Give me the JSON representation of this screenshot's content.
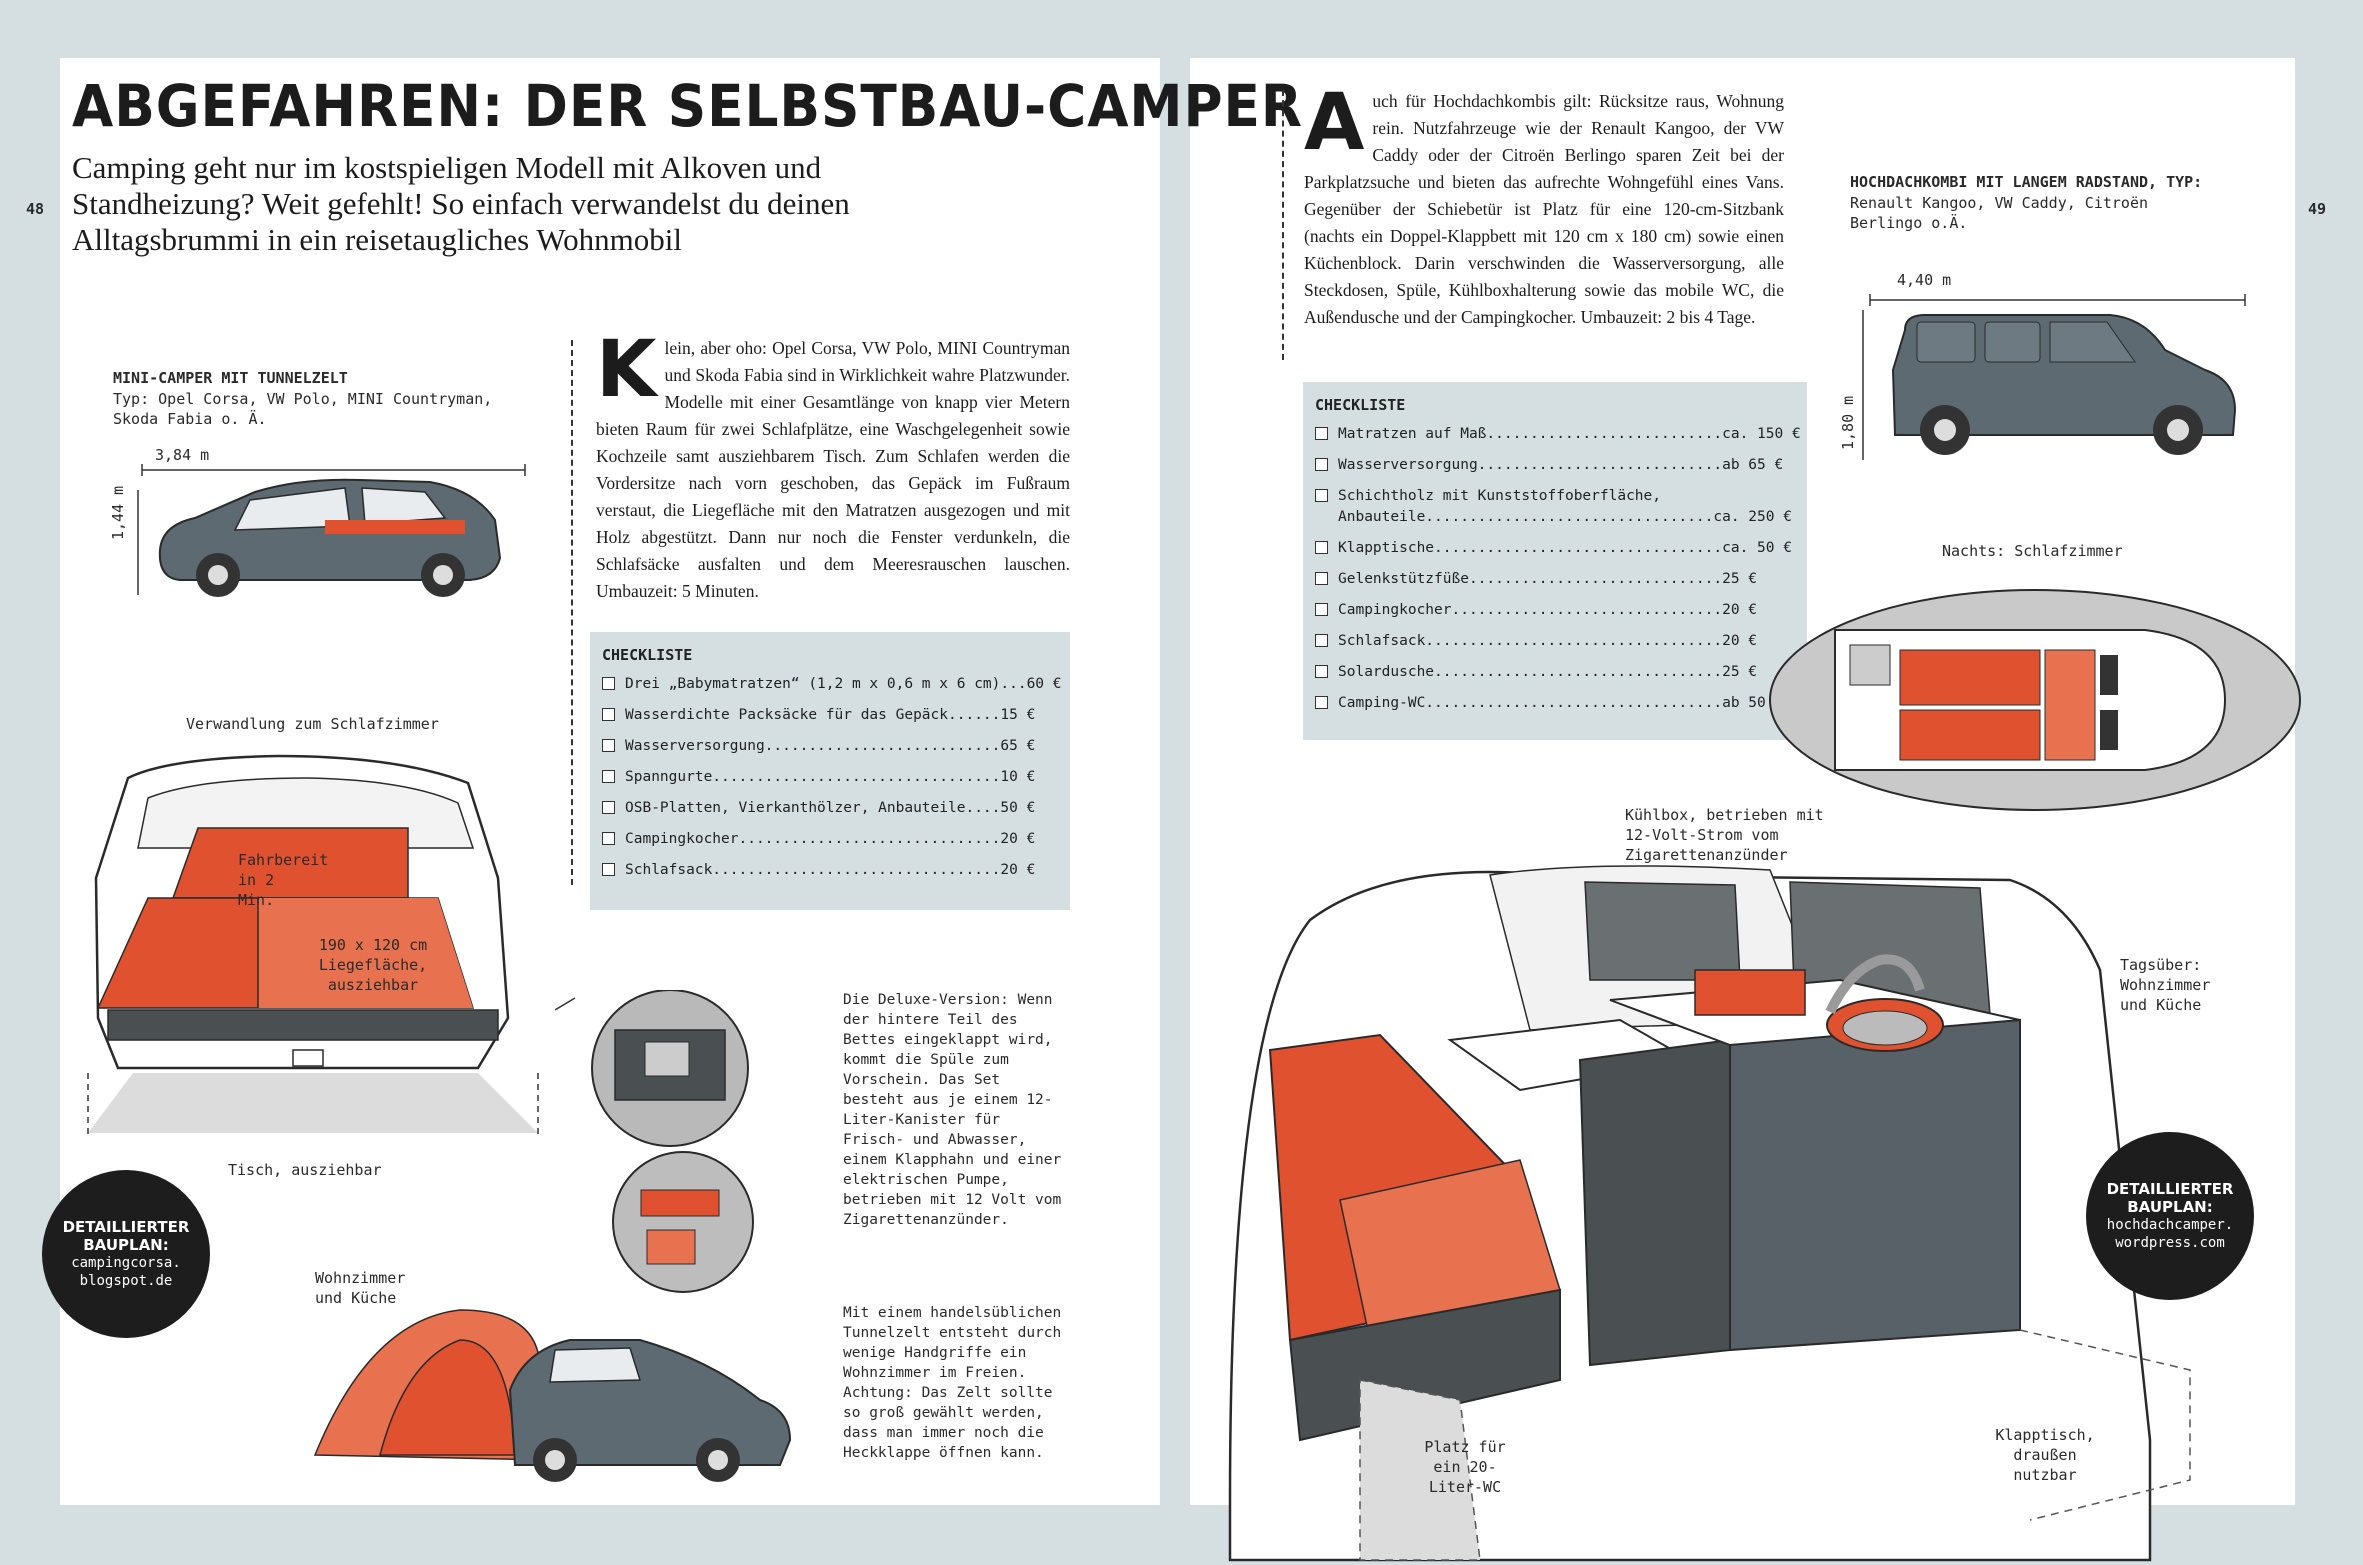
{
  "page_numbers": {
    "left": "48",
    "right": "49"
  },
  "article": {
    "title": "ABGEFAHREN: DER SELBSTBAU-CAMPER",
    "subtitle": "Camping geht nur im kostspieligen Modell mit Alkoven und Standheizung? Weit gefehlt! So einfach verwandelst du deinen Alltagsbrummi in ein reisetaugliches Wohnmobil"
  },
  "mini_camper": {
    "heading": "MINI-CAMPER MIT TUNNELZELT",
    "types": "Typ: Opel Corsa, VW Polo, MINI Countryman, Skoda Fabia o. Ä.",
    "length": "3,84 m",
    "height": "1,44 m",
    "dropcap": "K",
    "body": "lein, aber oho: Opel Corsa, VW Polo, MINI Countryman und Skoda Fabia sind in Wirklichkeit wahre Platzwunder. Modelle mit einer Gesamtlänge von knapp vier Metern bieten Raum für zwei Schlafplätze, eine Waschgelegenheit sowie Kochzeile samt ausziehbarem Tisch. Zum Schlafen werden die Vordersitze nach vorn geschoben, das Gepäck im Fußraum verstaut, die Liegefläche mit den Matratzen ausgezogen und mit Holz abgestützt. Dann nur noch die Fenster verdunkeln, die Schlafsäcke ausfalten und dem Meeresrauschen lauschen. Umbauzeit: 5 Minuten.",
    "checklist_title": "CHECKLISTE",
    "checklist": [
      "Drei „Babymatratzen“ (1,2 m x 0,6 m x 6 cm)...60 €",
      "Wasserdichte Packsäcke für das Gepäck......15 €",
      "Wasserversorgung...........................65 €",
      "Spanngurte.................................10 €",
      "OSB-Platten, Vierkanthölzer, Anbauteile....50 €",
      "Campingkocher..............................20 €",
      "Schlafsack.................................20 €"
    ],
    "label_transform": "Verwandlung zum Schlafzimmer",
    "label_ready": "Fahrbereit in 2 Min.",
    "label_bed": "190 x 120 cm Liegefläche, ausziehbar",
    "label_table": "Tisch, ausziehbar",
    "label_living": "Wohnzimmer und Küche",
    "deluxe": "Die Deluxe-Version: Wenn der hintere Teil des Bettes eingeklappt wird, kommt die Spüle zum Vorschein. Das Set besteht aus je einem 12-Liter-Kanister für Frisch- und Abwasser, einem Klapphahn und einer elektrischen Pumpe, betrieben mit 12 Volt vom Zigarettenanzünder.",
    "tent": "Mit einem handelsüblichen Tunnelzelt entsteht durch wenige Handgriffe ein Wohnzimmer im Freien. Achtung: Das Zelt sollte so groß gewählt werden, dass man immer noch die Heckklappe öffnen kann.",
    "badge": {
      "title": "DETAILLIERTER BAUPLAN:",
      "url": "campingcorsa. blogspot.de"
    }
  },
  "hochdach": {
    "dropcap": "A",
    "body": "uch für Hochdachkombis gilt: Rücksitze raus, Wohnung rein. Nutzfahrzeuge wie der Renault Kangoo, der VW Caddy oder der Citroën Berlingo sparen Zeit bei der Parkplatzsuche und bieten das aufrechte Wohngefühl eines Vans. Gegenüber der Schiebetür ist Platz für eine 120-cm-Sitzbank (nachts ein Doppel-Klappbett mit 120 cm x 180 cm) sowie einen Küchenblock. Darin verschwinden die Wasserversorgung, alle Steckdosen, Spüle, Kühlboxhalterung sowie das mobile WC, die Außendusche und der Campingkocher. Umbauzeit: 2 bis 4 Tage.",
    "checklist_title": "CHECKLISTE",
    "checklist": [
      "Matratzen auf Maß...........................ca. 150 €",
      "Wasserversorgung............................ab 65 €",
      "Schichtholz mit Kunststoffoberfläche,",
      "Anbauteile.................................ca. 250 €",
      "Klapptische.................................ca. 50 €",
      "Gelenkstützfüße.............................25 €",
      "Campingkocher...............................20 €",
      "Schlafsack..................................20 €",
      "Solardusche.................................25 €",
      "Camping-WC..................................ab 50 €"
    ],
    "heading": "HOCHDACHKOMBI MIT LANGEM RADSTAND, TYP:",
    "types": "Renault Kangoo, VW Caddy, Citroën Berlingo o.Ä.",
    "length": "4,40 m",
    "height": "1,80 m",
    "label_night": "Nachts: Schlafzimmer",
    "label_fridge": "Kühlbox, betrieben mit 12-Volt-Strom vom Zigarettenanzünder",
    "label_day": "Tagsüber: Wohnzimmer und Küche",
    "label_wc": "Platz für ein 20-Liter-WC",
    "label_table": "Klapptisch, draußen nutzbar",
    "badge": {
      "title": "DETAILLIERTER BAUPLAN:",
      "url": "hochdachcamper. wordpress.com"
    }
  },
  "colors": {
    "orange": "#e0522f",
    "slate": "#59656c",
    "panel": "#d5dfe2",
    "background": "#d5dfe2"
  }
}
